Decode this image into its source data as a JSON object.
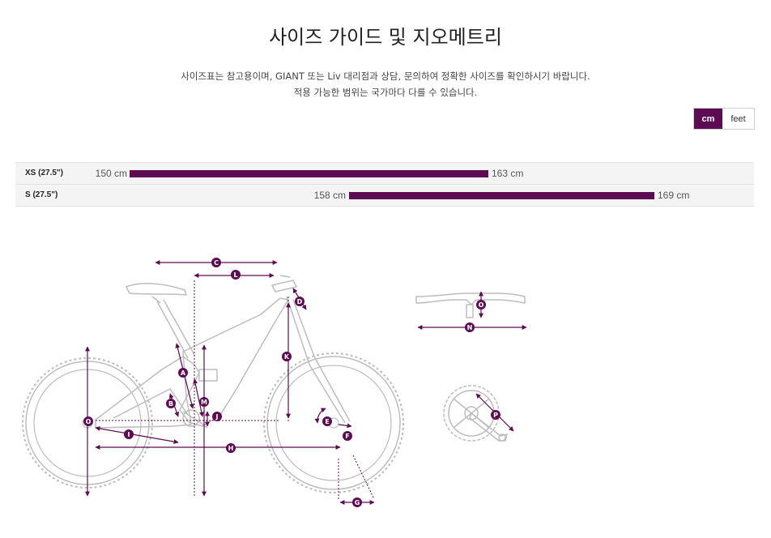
{
  "page": {
    "title": "사이즈 가이드 및 지오메트리",
    "description_line1": "사이즈표는 참고용이며, GIANT 또는 Liv 대리점과 상담, 문의하여 정확한 사이즈를 확인하시기 바랍니다.",
    "description_line2": "적용 가능한 범위는 국가마다 다를 수 있습니다."
  },
  "units": {
    "cm_label": "cm",
    "feet_label": "feet",
    "selected": "cm"
  },
  "sizes": [
    {
      "label": "XS (27.5\")",
      "min_label": "150 cm",
      "max_label": "163 cm",
      "min": 150,
      "max": 163
    },
    {
      "label": "S (27.5\")",
      "min_label": "158 cm",
      "max_label": "169 cm",
      "min": 158,
      "max": 169
    }
  ],
  "colors": {
    "accent": "#5b0c52",
    "frame_line": "#bdbdbd",
    "row_bg": "#f4f4f4"
  },
  "geometry_markers": [
    "A",
    "B",
    "C",
    "D",
    "E",
    "F",
    "G",
    "H",
    "I",
    "J",
    "K",
    "L",
    "M",
    "N",
    "O",
    "O",
    "P"
  ]
}
